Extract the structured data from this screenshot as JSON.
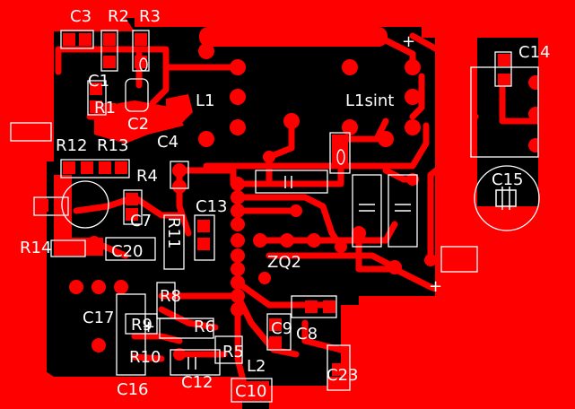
{
  "board": {
    "colors": {
      "copper": "#ff0000",
      "substrate": "#000000",
      "silkscreen": "#ffffff"
    },
    "plus_marks": [
      "+",
      "+",
      "+"
    ],
    "labels": {
      "C3": "C3",
      "R2": "R2",
      "R3": "R3",
      "C1": "C1",
      "R1": "R1",
      "C2": "C2",
      "L1": "L1",
      "L1sint": "L1sint",
      "C14": "C14",
      "C4": "C4",
      "R12": "R12",
      "R13": "R13",
      "R4": "R4",
      "C7": "C7",
      "R14": "R14",
      "C20": "C20",
      "C13": "C13",
      "R11": "R11",
      "C15": "C15",
      "ZQ2": "ZQ2",
      "R8": "R8",
      "C17": "C17",
      "R9": "R9",
      "R6": "R6",
      "C9": "C9",
      "C8": "C8",
      "R10": "R10",
      "R5": "R5",
      "L2": "L2",
      "C16": "C16",
      "C12": "C12",
      "C10": "C10",
      "C23": "C23"
    }
  }
}
